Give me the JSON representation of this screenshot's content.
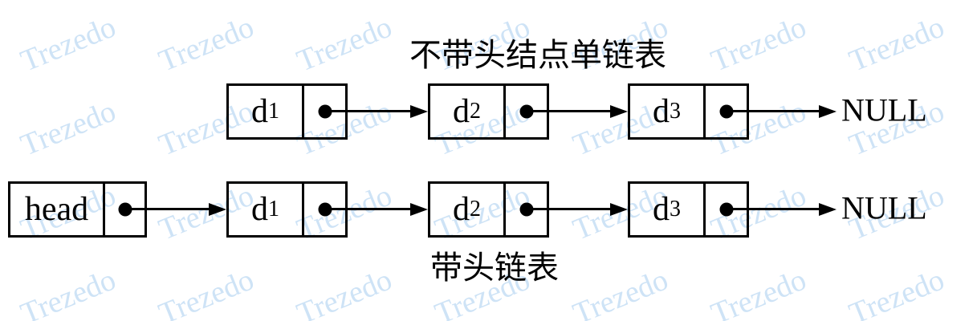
{
  "colors": {
    "ink": "#000000",
    "watermark": "#cee3f6",
    "background": "#ffffff"
  },
  "watermark": {
    "text": "Trezedo"
  },
  "diagrams": [
    {
      "name": "singly-linked-list-without-head-node",
      "title": "不带头结点单链表",
      "nodes": [
        {
          "data": "d",
          "sub": "1"
        },
        {
          "data": "d",
          "sub": "2"
        },
        {
          "data": "d",
          "sub": "3"
        }
      ],
      "terminator": "NULL"
    },
    {
      "name": "linked-list-with-head",
      "title": "带头链表",
      "nodes": [
        {
          "data": "head",
          "sub": ""
        },
        {
          "data": "d",
          "sub": "1"
        },
        {
          "data": "d",
          "sub": "2"
        },
        {
          "data": "d",
          "sub": "3"
        }
      ],
      "terminator": "NULL"
    }
  ]
}
